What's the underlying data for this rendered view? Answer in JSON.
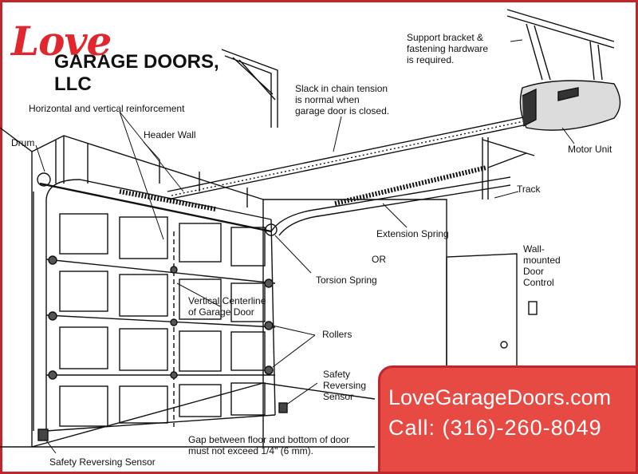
{
  "logo": {
    "script": "Love",
    "name": "GARAGE DOORS, LLC"
  },
  "labels": {
    "support_bracket": "Support bracket &\nfastening hardware\nis required.",
    "slack_chain": "Slack in chain tension\nis normal when\ngarage door is closed.",
    "reinforcement": "Horizontal and vertical reinforcement",
    "header_wall": "Header Wall",
    "drum": "Drum",
    "motor_unit": "Motor Unit",
    "track": "Track",
    "extension_spring": "Extension Spring",
    "or": "OR",
    "torsion_spring": "Torsion Spring",
    "wall_control": "Wall-\nmounted\nDoor\nControl",
    "vertical_centerline": "Vertical Centerline\nof Garage Door",
    "rollers": "Rollers",
    "safety_sensor_right": "Safety\nReversing\nSensor",
    "gap_note": "Gap between floor and bottom of door\nmust not exceed 1/4\" (6 mm).",
    "safety_sensor_left": "Safety Reversing Sensor"
  },
  "cta": {
    "website": "LoveGarageDoors.com",
    "phone": "Call: (316)-260-8049"
  },
  "colors": {
    "brand_red": "#e0272d",
    "cta_fill": "#e64a43",
    "line": "#111111"
  }
}
